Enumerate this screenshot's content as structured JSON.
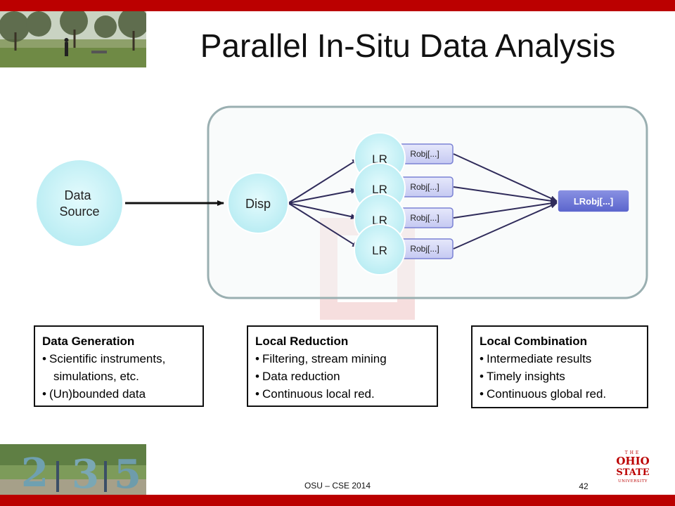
{
  "slide": {
    "title": "Parallel In-Situ Data Analysis",
    "footer": "OSU – CSE 2014",
    "page_number": "42"
  },
  "colors": {
    "brand_red": "#bb0000",
    "panel_border": "#9aafb1",
    "panel_fill": "#f4f8f8",
    "node_fill": "#c9f3f7",
    "bar_fill": "#6a74d6",
    "arrow": "#2f2b5a"
  },
  "diagram": {
    "source_node": "Data\nSource",
    "dispatcher_node": "Disp",
    "reducers": [
      {
        "node": "LR",
        "object": "Robj[...]"
      },
      {
        "node": "LR",
        "object": "Robj[...]"
      },
      {
        "node": "LR",
        "object": "Robj[...]"
      },
      {
        "node": "LR",
        "object": "Robj[...]"
      }
    ],
    "combined_object": "LRobj[...]"
  },
  "info_boxes": {
    "generation": {
      "heading": "Data Generation",
      "items": [
        "Scientific instruments,",
        "simulations, etc.",
        "(Un)bounded data"
      ]
    },
    "reduction": {
      "heading": "Local Reduction",
      "items": [
        "Filtering, stream mining",
        "Data reduction",
        "Continuous local red."
      ]
    },
    "combination": {
      "heading": "Local Combination",
      "items": [
        "Intermediate results",
        "Timely insights",
        "Continuous global red."
      ]
    }
  },
  "logo": {
    "lines": [
      "THE",
      "OHIO",
      "STATE",
      "UNIVERSITY"
    ]
  },
  "photo_bottom": {
    "digits": [
      "2",
      "3",
      "5"
    ]
  }
}
